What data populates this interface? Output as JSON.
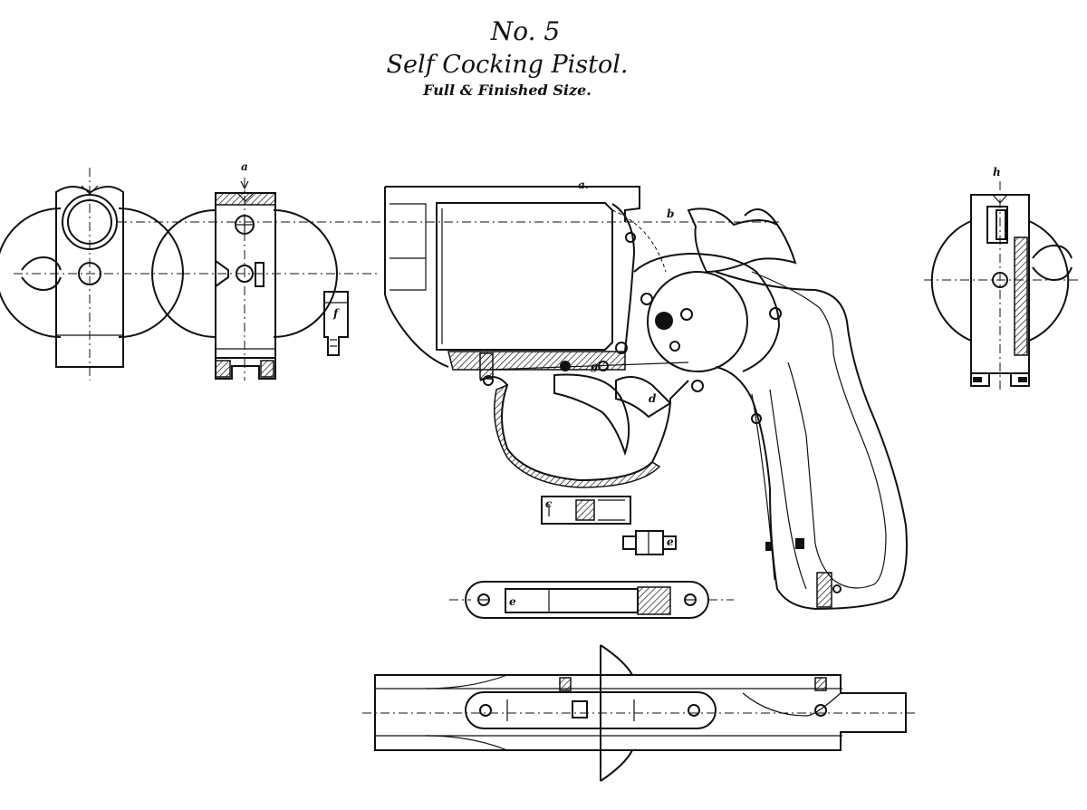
{
  "header": {
    "number": "No. 5",
    "title": "Self Cocking Pistol.",
    "subtitle": "Full & Finished Size."
  },
  "part_labels": {
    "a_top": "a",
    "a_frame": "a.",
    "b": "b",
    "c": "c",
    "d": "d",
    "e": "e",
    "e2": "e",
    "f": "f",
    "g": "g",
    "h": "h"
  },
  "colors": {
    "ink": "#111111",
    "paper": "#ffffff"
  }
}
